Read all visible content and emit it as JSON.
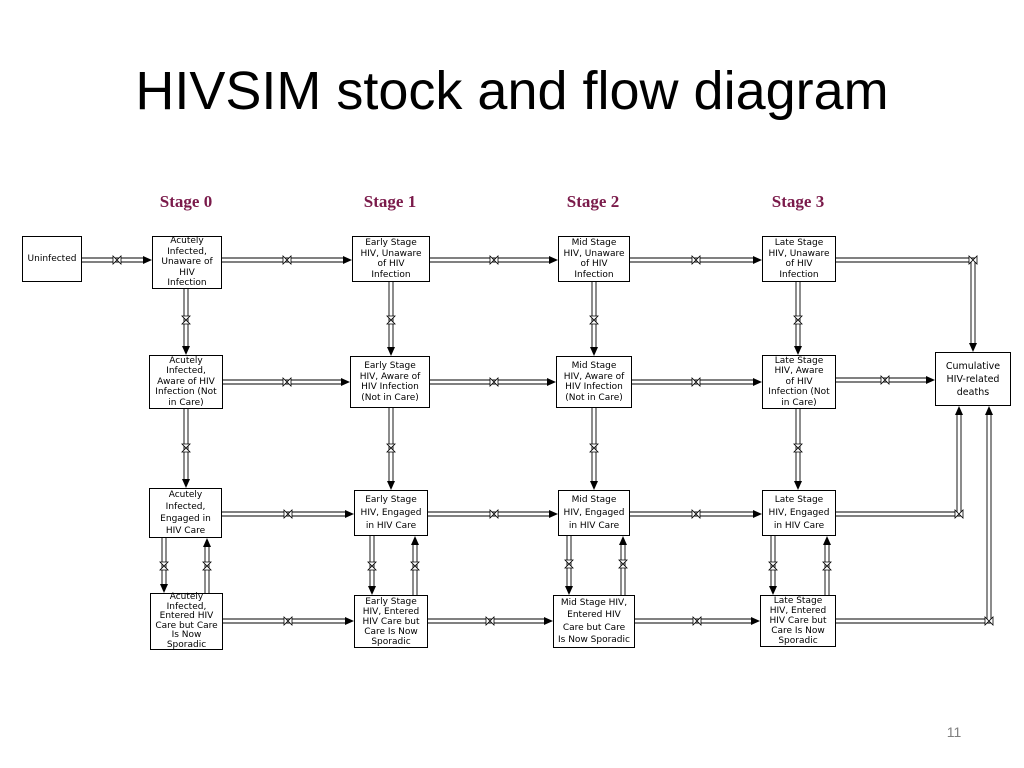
{
  "title": "HIVSIM stock and flow diagram",
  "page_number": "11",
  "stages": [
    "Stage 0",
    "Stage 1",
    "Stage 2",
    "Stage 3"
  ],
  "stocks": {
    "uninfected": "Uninfected",
    "s0_unaware": "Acutely\nInfected,\nUnaware of\nHIV\nInfection",
    "s1_unaware": "Early Stage\nHIV, Unaware\nof HIV\nInfection",
    "s2_unaware": "Mid Stage\nHIV, Unaware\nof HIV\nInfection",
    "s3_unaware": "Late Stage\nHIV, Unaware\nof HIV\nInfection",
    "s0_aware": "Acutely\nInfected,\nAware of HIV\nInfection (Not\nin Care)",
    "s1_aware": "Early Stage\nHIV, Aware of\nHIV Infection\n(Not in Care)",
    "s2_aware": "Mid Stage\nHIV, Aware of\nHIV Infection\n(Not in Care)",
    "s3_aware": "Late Stage\nHIV, Aware\nof HIV\nInfection (Not\nin Care)",
    "deaths": "Cumulative\nHIV-related\ndeaths",
    "s0_engaged": "Acutely\nInfected,\nEngaged in\nHIV Care",
    "s1_engaged": "Early Stage\nHIV, Engaged\nin HIV Care",
    "s2_engaged": "Mid Stage\nHIV, Engaged\nin HIV Care",
    "s3_engaged": "Late Stage\nHIV, Engaged\nin HIV Care",
    "s0_sporadic": "Acutely\nInfected,\nEntered HIV\nCare but Care\nIs Now\nSporadic",
    "s1_sporadic": "Early Stage\nHIV, Entered\nHIV Care but\nCare Is Now\nSporadic",
    "s2_sporadic": "Mid Stage HIV,\nEntered HIV\nCare but Care\nIs Now Sporadic",
    "s3_sporadic": "Late Stage\nHIV, Entered\nHIV Care but\nCare Is Now\nSporadic"
  }
}
